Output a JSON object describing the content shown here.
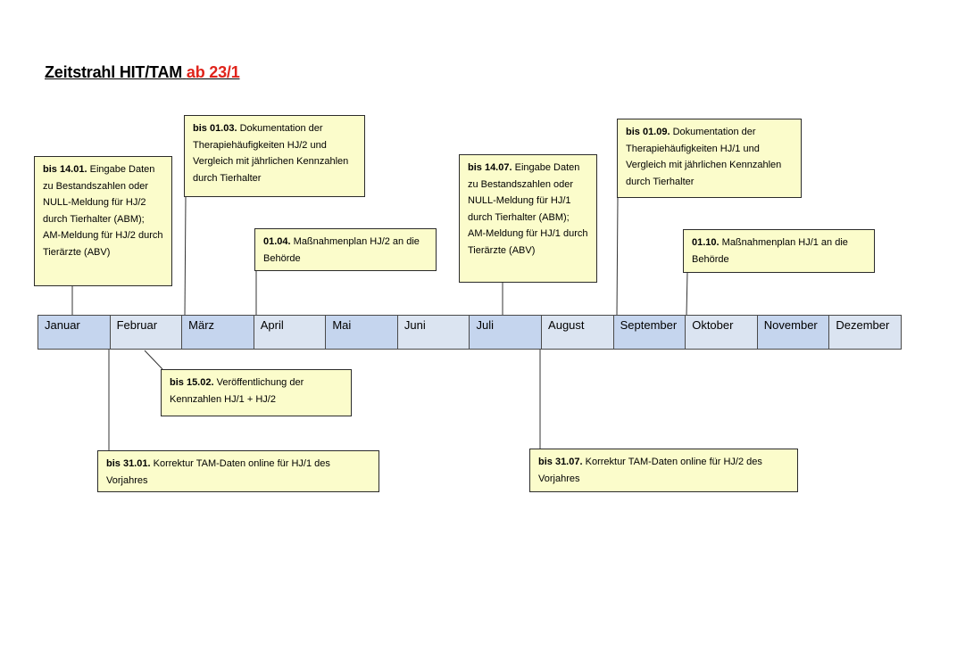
{
  "title": {
    "main": "Zeitstrahl HIT/TAM",
    "highlight": "ab 23/1"
  },
  "months": [
    "Januar",
    "Februar",
    "März",
    "April",
    "Mai",
    "Juni",
    "Juli",
    "August",
    "September",
    "Oktober",
    "November",
    "Dezember"
  ],
  "notes": {
    "jan14": {
      "date": "bis 14.01.",
      "text": "Eingabe Daten zu Bestandszahlen oder NULL-Meldung für HJ/2 durch Tierhalter (ABM); AM-Meldung für HJ/2 durch Tierärzte (ABV)"
    },
    "mar01": {
      "date": "bis 01.03.",
      "text": "Dokumentation der Therapiehäufigkeiten HJ/2 und Vergleich mit jährlichen Kennzahlen durch Tierhalter"
    },
    "apr01": {
      "date": "01.04.",
      "text": "Maßnahmenplan HJ/2 an die Behörde"
    },
    "jul14": {
      "date": "bis 14.07.",
      "text": "Eingabe Daten zu Bestandszahlen oder NULL-Meldung für HJ/1 durch Tierhalter (ABM); AM-Meldung für HJ/1 durch Tierärzte (ABV)"
    },
    "sep01": {
      "date": "bis 01.09.",
      "text": "Dokumentation der Therapiehäufigkeiten HJ/1 und Vergleich mit jährlichen Kennzahlen durch Tierhalter"
    },
    "oct01": {
      "date": "01.10.",
      "text": "Maßnahmenplan HJ/1 an die Behörde"
    },
    "feb15": {
      "date": "bis 15.02.",
      "text": "Veröffentlichung der Kennzahlen HJ/1 + HJ/2"
    },
    "jan31": {
      "date": "bis 31.01.",
      "text": "Korrektur TAM-Daten online für HJ/1 des Vorjahres"
    },
    "jul31": {
      "date": "bis 31.07.",
      "text": "Korrektur TAM-Daten online für HJ/2 des Vorjahres"
    }
  }
}
